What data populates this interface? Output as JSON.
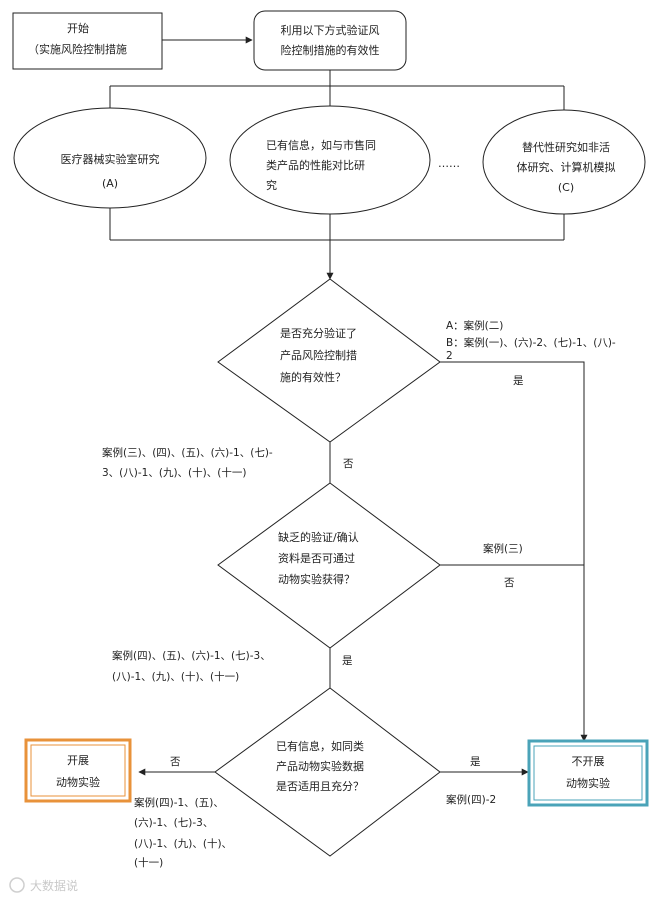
{
  "start": {
    "lines": [
      "开始",
      "（实施风险控制措施"
    ]
  },
  "verify_box": {
    "lines": [
      "利用以下方式验证风",
      "险控制措施的有效性"
    ]
  },
  "method_a": {
    "lines": [
      "医疗器械实验室研究",
      "(A)"
    ]
  },
  "method_b": {
    "lines": [
      "已有信息，如与市售同",
      "类产品的性能对比研",
      "究"
    ]
  },
  "ellipsis": "……",
  "method_c": {
    "lines": [
      "替代性研究如非活",
      "体研究、计算机模拟",
      "(C)"
    ]
  },
  "decision1": {
    "lines": [
      "是否充分验证了",
      "产品风险控制措",
      "施的有效性？"
    ]
  },
  "decision1_note": {
    "lines": [
      "A：案例(二)",
      "B：案例(一)、(六)-2、(七)-1、(八)-",
      "2"
    ]
  },
  "decision1_yes": "是",
  "decision1_no": "否",
  "decision1_cases": {
    "lines": [
      "案例(三)、(四)、(五)、(六)-1、(七)-",
      "3、(八)-1、(九)、(十)、(十一)"
    ]
  },
  "decision2": {
    "lines": [
      "缺乏的验证/确认",
      "资料是否可通过",
      "动物实验获得？"
    ]
  },
  "decision2_case": "案例(三)",
  "decision2_no": "否",
  "decision2_yes": "是",
  "decision2_cases": {
    "lines": [
      "案例(四)、(五)、(六)-1、(七)-3、",
      "(八)-1、(九)、(十)、(十一)"
    ]
  },
  "decision3": {
    "lines": [
      "已有信息，如同类",
      "产品动物实验数据",
      "是否适用且充分？"
    ]
  },
  "decision3_no": "否",
  "decision3_yes": "是",
  "decision3_cases": {
    "lines": [
      "案例(四)-1、(五)、",
      "(六)-1、(七)-3、",
      "(八)-1、(九)、(十)、",
      "(十一)"
    ]
  },
  "decision3_yes_case": "案例(四)-2",
  "do_test": {
    "lines": [
      "开展",
      "动物实验"
    ]
  },
  "no_test": {
    "lines": [
      "不开展",
      "动物实验"
    ]
  },
  "watermark": "大数据说",
  "colors": {
    "do_test_border": "#e8923a",
    "no_test_border": "#4aa3b8",
    "line": "#222222"
  }
}
